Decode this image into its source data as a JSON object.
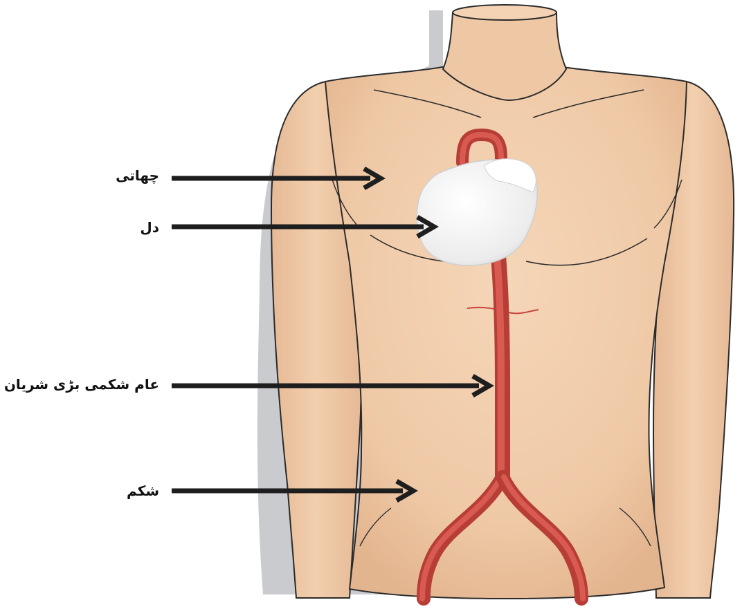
{
  "labels": {
    "chest": "چھاتی",
    "heart": "دل",
    "abdominal_aorta": "عام شکمی بڑی شریان",
    "abdomen": "شکم"
  },
  "colors": {
    "skin": "#f2cfae",
    "skin_shade": "#e2b893",
    "outline": "#2b2b2b",
    "shadow": "#c9cbce",
    "artery": "#c8453f",
    "artery_highlight": "#e06a5f",
    "heart": "#f4f4f4",
    "arrow": "#1e1e1e"
  }
}
